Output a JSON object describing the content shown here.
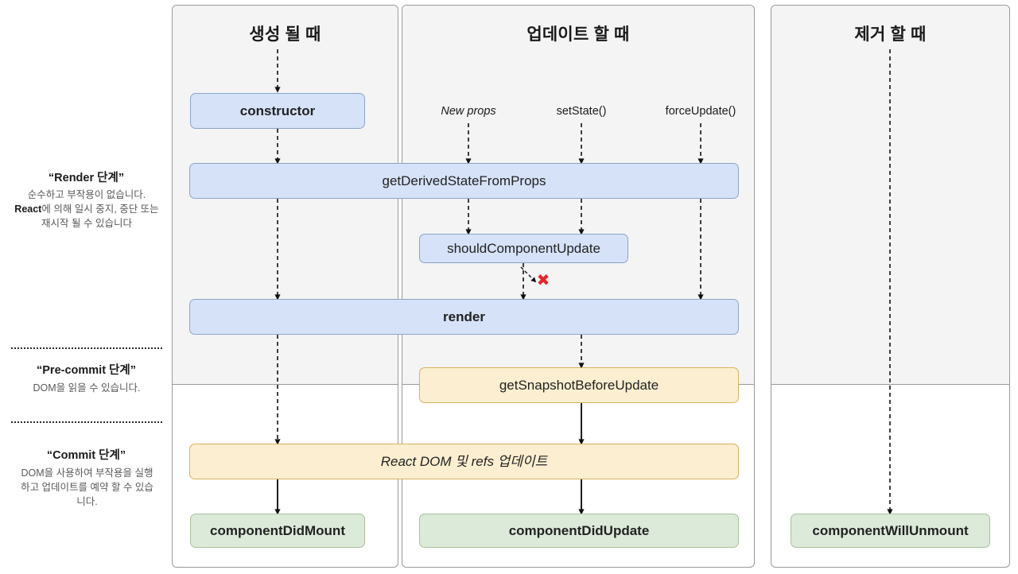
{
  "diagram": {
    "title": "React Component Lifecycle",
    "colors": {
      "blue_fill": "#d6e2f7",
      "blue_border": "#8ba4c9",
      "orange_fill": "#fcefd1",
      "orange_border": "#d6b160",
      "green_fill": "#dceada",
      "green_border": "#a8c09c",
      "panel_top_bg": "#f4f4f4",
      "panel_border": "#9a9a9a",
      "error_mark": "#e8262c"
    }
  },
  "legend": {
    "phases": [
      {
        "title": "“Render 단계”",
        "description_pre": "순수하고 부작용이 없습니다. ",
        "description_strong": "React",
        "description_post": "에 의해 일시 중지, 중단 또는 재시작 될 수 있습니다"
      },
      {
        "title": "“Pre-commit 단계”",
        "description_pre": "DOM을 읽을 수 있습니다.",
        "description_strong": "",
        "description_post": ""
      },
      {
        "title": "“Commit 단계”",
        "description_pre": "DOM을 사용하여 부작용을 실행하고 업데이트를 예약 할 수 있습니다.",
        "description_strong": "",
        "description_post": ""
      }
    ]
  },
  "columns": [
    {
      "id": "mounting",
      "title": "생성 될 때"
    },
    {
      "id": "updating",
      "title": "업데이트 할 때"
    },
    {
      "id": "unmounting",
      "title": "제거 할 때"
    }
  ],
  "triggers": [
    {
      "label": "New props",
      "style": "italic"
    },
    {
      "label": "setState()",
      "style": "normal"
    },
    {
      "label": "forceUpdate()",
      "style": "normal"
    }
  ],
  "nodes": {
    "constructor": {
      "label": "constructor",
      "color": "blue",
      "weight": "bold"
    },
    "getDerivedStateFromProps": {
      "label": "getDerivedStateFromProps",
      "color": "blue",
      "weight": "normal"
    },
    "shouldComponentUpdate": {
      "label": "shouldComponentUpdate",
      "color": "blue",
      "weight": "normal"
    },
    "render": {
      "label": "render",
      "color": "blue",
      "weight": "bold"
    },
    "getSnapshotBeforeUpdate": {
      "label": "getSnapshotBeforeUpdate",
      "color": "orange",
      "weight": "normal"
    },
    "reactDomRefs": {
      "label": "React DOM 및 refs 업데이트",
      "color": "orange",
      "weight": "italic"
    },
    "componentDidMount": {
      "label": "componentDidMount",
      "color": "green",
      "weight": "bold"
    },
    "componentDidUpdate": {
      "label": "componentDidUpdate",
      "color": "green",
      "weight": "bold"
    },
    "componentWillUnmount": {
      "label": "componentWillUnmount",
      "color": "green",
      "weight": "bold"
    }
  },
  "marks": {
    "skip_render": "✖"
  }
}
